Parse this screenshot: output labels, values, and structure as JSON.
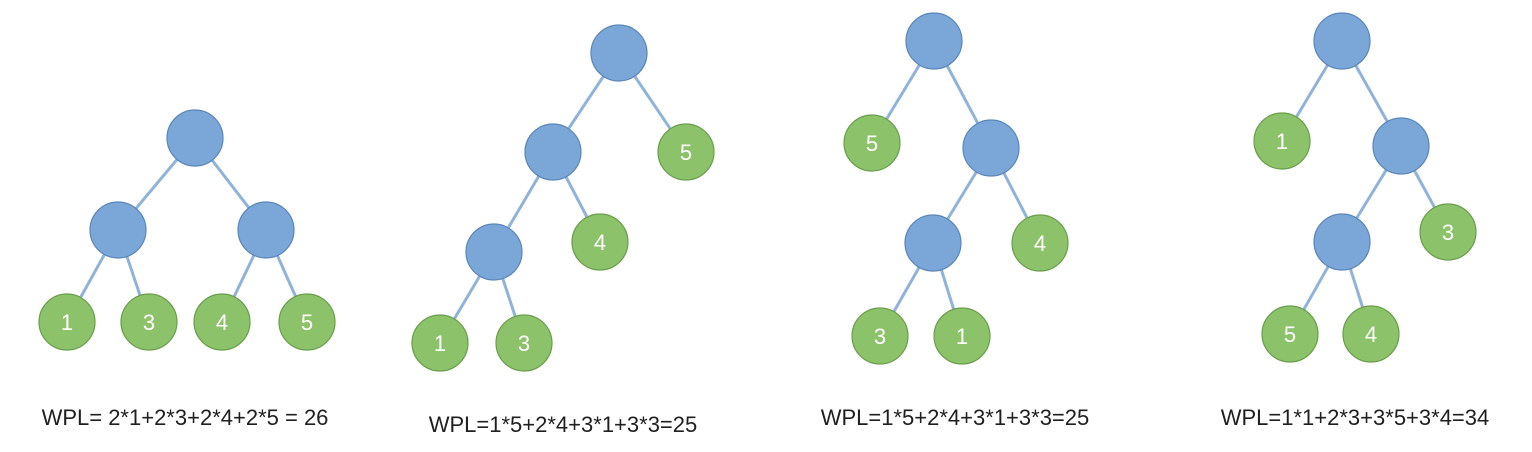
{
  "trees": [
    {
      "nodes": [
        {
          "id": "r"
        },
        {
          "id": "a"
        },
        {
          "id": "b"
        },
        {
          "id": "l1",
          "label": "1"
        },
        {
          "id": "l3",
          "label": "3"
        },
        {
          "id": "l4",
          "label": "4"
        },
        {
          "id": "l5",
          "label": "5"
        }
      ],
      "edges": [
        [
          "r",
          "a"
        ],
        [
          "r",
          "b"
        ],
        [
          "a",
          "l1"
        ],
        [
          "a",
          "l3"
        ],
        [
          "b",
          "l4"
        ],
        [
          "b",
          "l5"
        ]
      ],
      "caption": "WPL= 2*1+2*3+2*4+2*5 = 26"
    },
    {
      "nodes": [
        {
          "id": "r"
        },
        {
          "id": "a"
        },
        {
          "id": "l5",
          "label": "5"
        },
        {
          "id": "b"
        },
        {
          "id": "l4",
          "label": "4"
        },
        {
          "id": "l1",
          "label": "1"
        },
        {
          "id": "l3",
          "label": "3"
        }
      ],
      "edges": [
        [
          "r",
          "a"
        ],
        [
          "r",
          "l5"
        ],
        [
          "a",
          "b"
        ],
        [
          "a",
          "l4"
        ],
        [
          "b",
          "l1"
        ],
        [
          "b",
          "l3"
        ]
      ],
      "caption": "WPL=1*5+2*4+3*1+3*3=25"
    },
    {
      "nodes": [
        {
          "id": "r"
        },
        {
          "id": "l5",
          "label": "5"
        },
        {
          "id": "a"
        },
        {
          "id": "b"
        },
        {
          "id": "l4",
          "label": "4"
        },
        {
          "id": "l3",
          "label": "3"
        },
        {
          "id": "l1",
          "label": "1"
        }
      ],
      "edges": [
        [
          "r",
          "l5"
        ],
        [
          "r",
          "a"
        ],
        [
          "a",
          "b"
        ],
        [
          "a",
          "l4"
        ],
        [
          "b",
          "l3"
        ],
        [
          "b",
          "l1"
        ]
      ],
      "caption": "WPL=1*5+2*4+3*1+3*3=25"
    },
    {
      "nodes": [
        {
          "id": "r"
        },
        {
          "id": "l1",
          "label": "1"
        },
        {
          "id": "a"
        },
        {
          "id": "b"
        },
        {
          "id": "l3",
          "label": "3"
        },
        {
          "id": "l5",
          "label": "5"
        },
        {
          "id": "l4",
          "label": "4"
        }
      ],
      "edges": [
        [
          "r",
          "l1"
        ],
        [
          "r",
          "a"
        ],
        [
          "a",
          "b"
        ],
        [
          "a",
          "l3"
        ],
        [
          "b",
          "l5"
        ],
        [
          "b",
          "l4"
        ]
      ],
      "caption": "WPL=1*1+2*3+3*5+3*4=34"
    }
  ],
  "colors": {
    "internal_node": "#7aa6d8",
    "leaf_node": "#8cc26a",
    "edge": "#8fb3d9",
    "leaf_text": "#ffffff",
    "caption_text": "#1f1f1f"
  }
}
